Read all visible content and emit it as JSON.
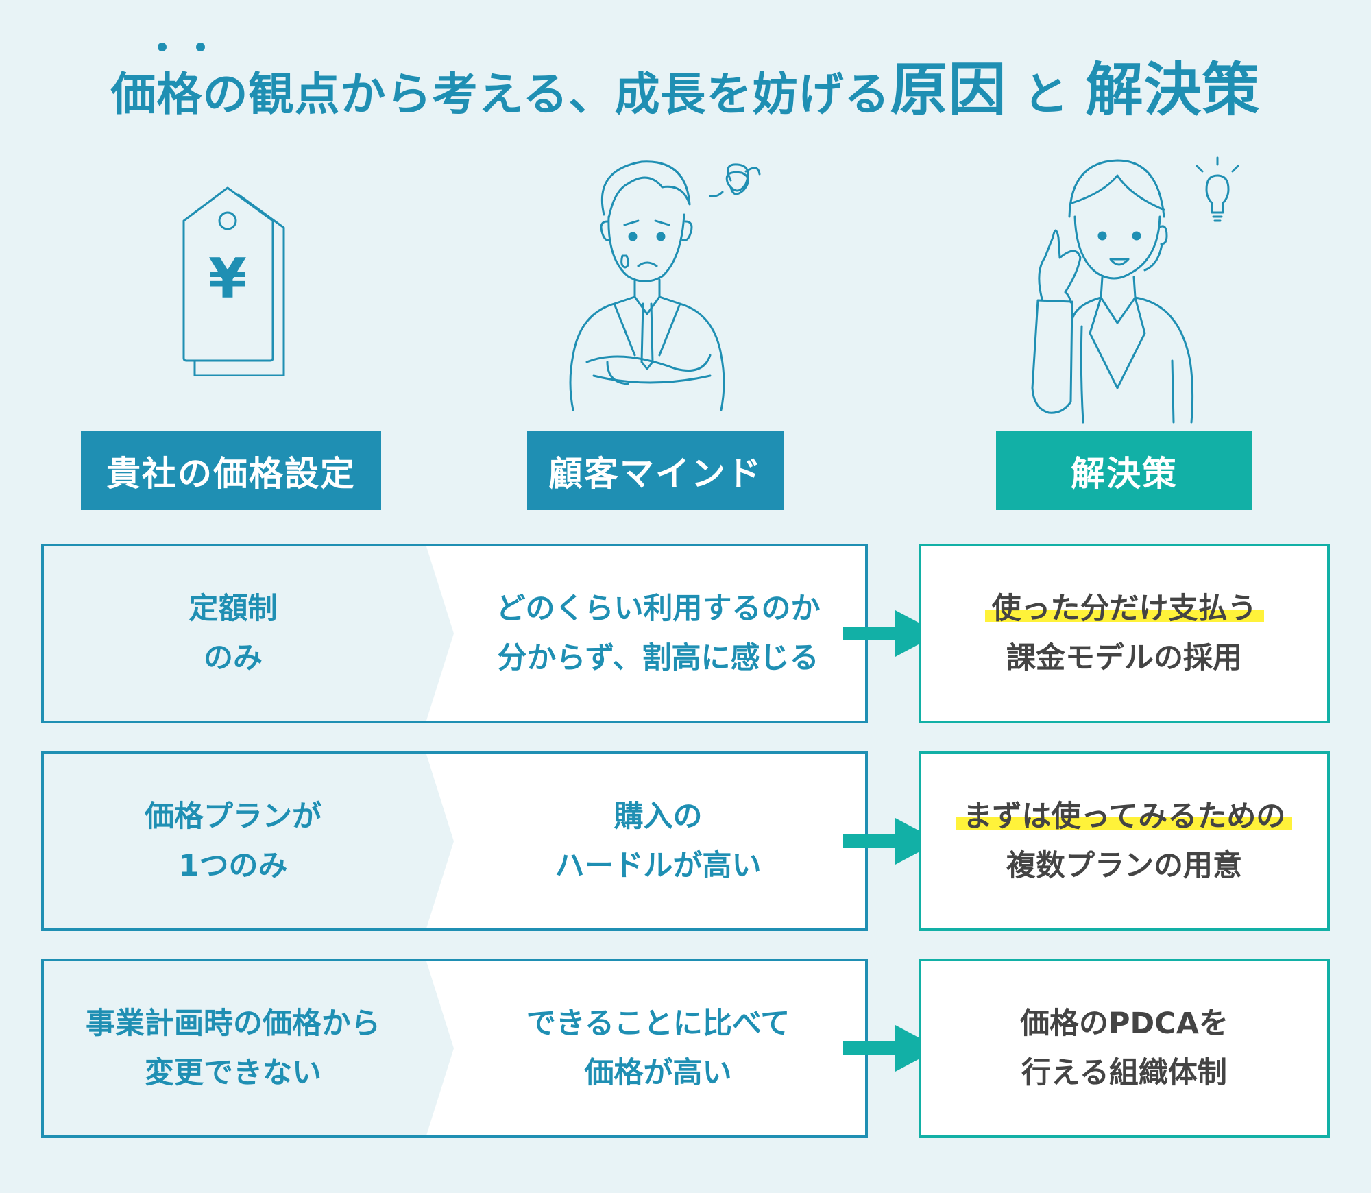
{
  "title": {
    "part1": "価格の観点から考える、成長を妨げる",
    "part2": "原因",
    "part3": "と",
    "part4": "解決策"
  },
  "headers": [
    {
      "label": "貴社の価格設定",
      "color": "#1f8fb3"
    },
    {
      "label": "顧客マインド",
      "color": "#1f8fb3"
    },
    {
      "label": "解決策",
      "color": "#12b0a6"
    }
  ],
  "yen_symbol": "¥",
  "rows": [
    {
      "pricing": "定額制\nのみ",
      "mindset": "どのくらい利用するのか\n分からず、割高に感じる",
      "solution_highlight": "使った分だけ支払う",
      "solution_rest": "課金モデルの採用"
    },
    {
      "pricing": "価格プランが\n1つのみ",
      "mindset": "購入の\nハードルが高い",
      "solution_highlight": "まずは使ってみるための",
      "solution_rest": "複数プランの用意"
    },
    {
      "pricing": "事業計画時の価格から\n変更できない",
      "mindset": "できることに比べて\n価格が高い",
      "solution_highlight": "価格のPDCAを",
      "solution_rest": "行える組織体制"
    }
  ],
  "icons": [
    "price-tag-icon",
    "worried-man-icon",
    "woman-idea-icon",
    "arrow-right-icon"
  ],
  "colors": {
    "primary": "#1f8fb3",
    "accent": "#12b0a6",
    "highlight": "#fff23a",
    "background": "#e8f3f6"
  }
}
